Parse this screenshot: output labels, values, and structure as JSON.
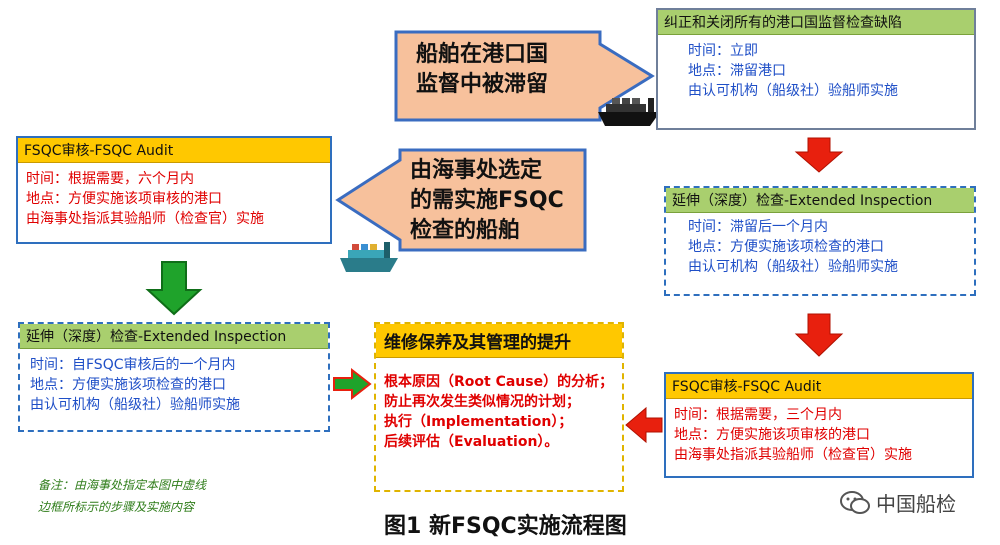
{
  "colors": {
    "green_header": "#a9cf6e",
    "yellow_header": "#ffc800",
    "box_border": "#2e6fbe",
    "blue_text": "#1f4fc7",
    "red_text": "#e00000",
    "callout_fill": "#f7c19c",
    "callout_border": "#3a6cc0",
    "red_arrow": "#e8200e",
    "green_arrow": "#1fa32b"
  },
  "callouts": {
    "detained": [
      "船舶在港口国",
      "监督中被滞留"
    ],
    "selected": [
      "由海事处选定",
      "的需实施FSQC",
      "检查的船舶"
    ]
  },
  "box_correct": {
    "title": "纠正和关闭所有的港口国监督检查缺陷",
    "lines": [
      "时间：立即",
      "地点：滞留港口",
      "由认可机构（船级社）验船师实施"
    ]
  },
  "box_extended_right": {
    "title": "延伸（深度）检查-Extended Inspection",
    "lines": [
      "时间：滞留后一个月内",
      "地点：方便实施该项检查的港口",
      "由认可机构（船级社）验船师实施"
    ]
  },
  "box_audit_right": {
    "title": "FSQC审核-FSQC Audit",
    "lines": [
      "时间：根据需要，三个月内",
      "地点：方便实施该项审核的港口",
      "由海事处指派其验船师（检查官）实施"
    ]
  },
  "box_audit_left": {
    "title": "FSQC审核-FSQC Audit",
    "lines": [
      "时间：根据需要，六个月内",
      "地点：方便实施该项审核的港口",
      "由海事处指派其验船师（检查官）实施"
    ]
  },
  "box_extended_left": {
    "title": "延伸（深度）检查-Extended Inspection",
    "lines": [
      "时间：自FSQC审核后的一个月内",
      "地点：方便实施该项检查的港口",
      "由认可机构（船级社）验船师实施"
    ]
  },
  "box_maintenance": {
    "title": "维修保养及其管理的提升",
    "lines": [
      "根本原因（Root Cause）的分析；",
      "防止再次发生类似情况的计划；",
      "执行（Implementation）；",
      "后续评估（Evaluation）。"
    ]
  },
  "note": [
    "备注：由海事处指定本图中虚线",
    "边框所标示的步骤及实施内容"
  ],
  "caption": "图1  新FSQC实施流程图",
  "watermark": "中国船检"
}
